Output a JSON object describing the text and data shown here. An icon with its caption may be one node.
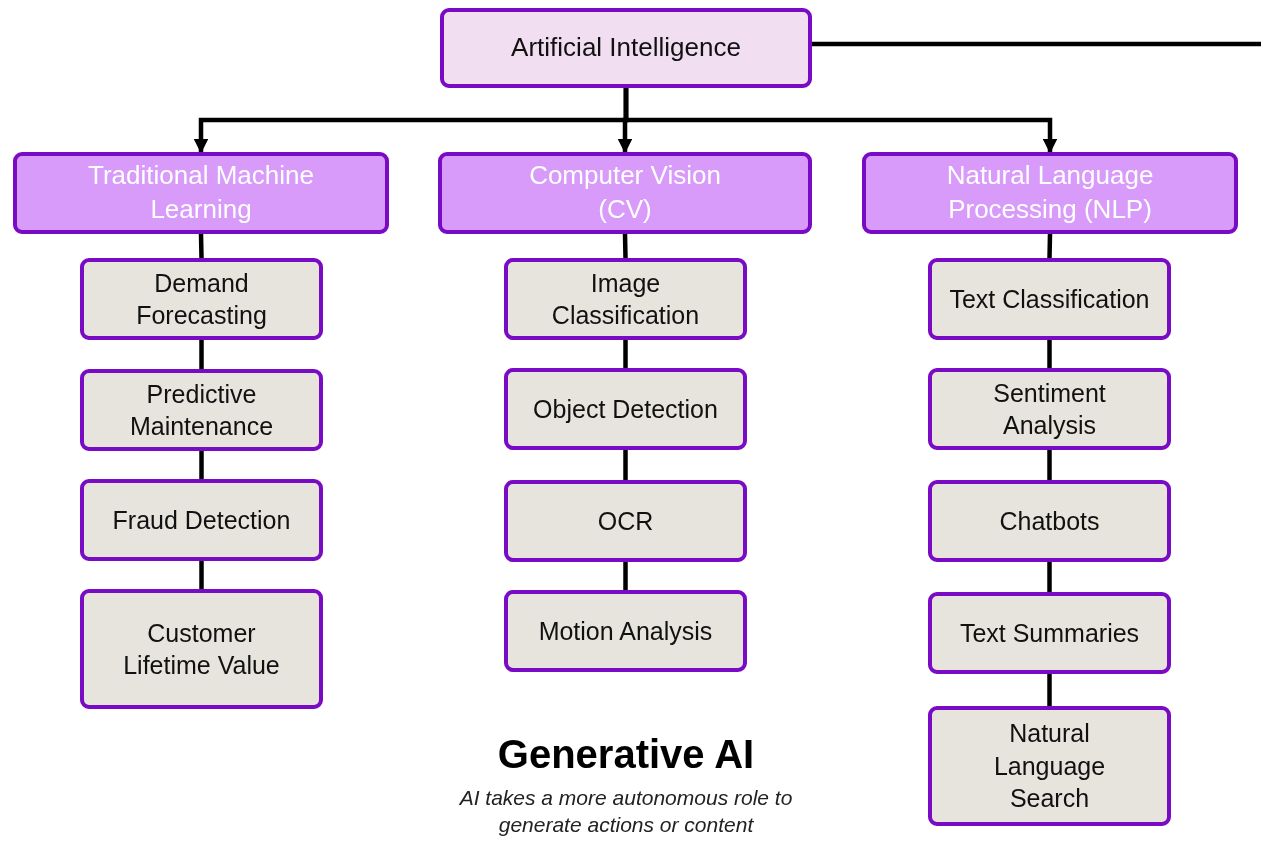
{
  "diagram": {
    "nodes": [
      {
        "text": [
          "Artificial Intelligence"
        ]
      },
      {
        "text": [
          "Traditional Machine Learning"
        ]
      },
      {
        "text": [
          "Computer Vision (CV)"
        ]
      },
      {
        "text": [
          "Natural Language Processing (NLP)"
        ]
      },
      {
        "text": [
          "Demand Forecasting"
        ]
      },
      {
        "text": [
          "Predictive Maintenance"
        ]
      },
      {
        "text": [
          "Fraud Detection"
        ]
      },
      {
        "text": [
          "Customer Lifetime Value"
        ]
      },
      {
        "text": [
          "Image Classification"
        ]
      },
      {
        "text": [
          "Object Detection"
        ]
      },
      {
        "text": [
          "OCR"
        ]
      },
      {
        "text": [
          "Motion Analysis"
        ]
      },
      {
        "text": [
          "Text Classification"
        ]
      },
      {
        "text": [
          "Sentiment Analysis"
        ]
      },
      {
        "text": [
          "Chatbots"
        ]
      },
      {
        "text": [
          "Text Summaries"
        ]
      },
      {
        "text": [
          "Natural Language Search"
        ]
      }
    ],
    "edges": [
      {
        "from": 0,
        "to": 1,
        "arrow": "to"
      },
      {
        "from": 0,
        "to": 2,
        "arrow": "to"
      },
      {
        "from": 0,
        "to": 3,
        "arrow": "to"
      },
      {
        "from": 0,
        "to": null,
        "arrow": "none"
      },
      {
        "from": 1,
        "to": 4,
        "arrow": "none"
      },
      {
        "from": 4,
        "to": 5,
        "arrow": "none"
      },
      {
        "from": 5,
        "to": 6,
        "arrow": "none"
      },
      {
        "from": 6,
        "to": 7,
        "arrow": "none"
      },
      {
        "from": 2,
        "to": 8,
        "arrow": "none"
      },
      {
        "from": 8,
        "to": 9,
        "arrow": "none"
      },
      {
        "from": 9,
        "to": 10,
        "arrow": "none"
      },
      {
        "from": 10,
        "to": 11,
        "arrow": "none"
      },
      {
        "from": 3,
        "to": 12,
        "arrow": "none"
      },
      {
        "from": 12,
        "to": 13,
        "arrow": "none"
      },
      {
        "from": 13,
        "to": 14,
        "arrow": "none"
      },
      {
        "from": 14,
        "to": 15,
        "arrow": "none"
      },
      {
        "from": 15,
        "to": 16,
        "arrow": "none"
      }
    ],
    "labels": [
      "Generative AI",
      "AI takes a more autonomous role to generate actions or content"
    ]
  }
}
